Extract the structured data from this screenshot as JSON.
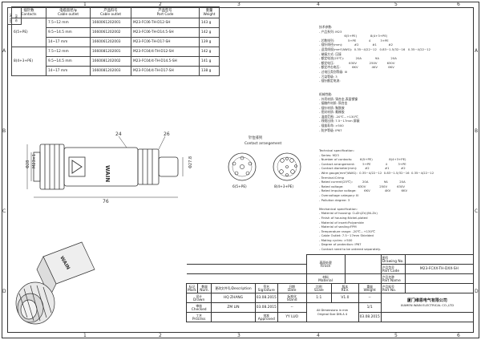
{
  "zones": {
    "cols": [
      "1",
      "2",
      "3",
      "4",
      "5",
      "6"
    ],
    "rows": [
      "A",
      "B",
      "C",
      "D"
    ]
  },
  "parts_table": {
    "headers": [
      {
        "cn": "插针数",
        "en": "Contacts"
      },
      {
        "cn": "电缆直径/φ",
        "en": "Cable outlet"
      },
      {
        "cn": "产品料号",
        "en": "Cable outlet"
      },
      {
        "cn": "产品型号",
        "en": "Part Code"
      },
      {
        "cn": "重量",
        "en": "Weight"
      }
    ],
    "groups": [
      {
        "contacts": "6(5+PE)",
        "rows": [
          {
            "cable": "7.5~12 mm",
            "code": "1660061202001",
            "part": "M23-FC06-TH-D12-SH",
            "weight": "143 g"
          },
          {
            "cable": "9.5~14.5 mm",
            "code": "1660061202002",
            "part": "M23-FC06-TH-D14.5-SH",
            "weight": "142 g"
          },
          {
            "cable": "14~17 mm",
            "code": "1660061202003",
            "part": "M23-FC06-TH-D17-SH",
            "weight": "139 g"
          }
        ]
      },
      {
        "contacts": "8(4+3+PE)",
        "rows": [
          {
            "cable": "7.5~12 mm",
            "code": "1660081202001",
            "part": "M23-FC04/4-TH-D12-SH",
            "weight": "142 g"
          },
          {
            "cable": "9.5~14.5 mm",
            "code": "1660081202002",
            "part": "M23-FC04/4-TH-D14.5-SH",
            "weight": "141 g"
          },
          {
            "cable": "14~17 mm",
            "code": "1660081202003",
            "part": "M23-FC04/4-TH-D17-SH",
            "weight": "138 g"
          }
        ]
      }
    ]
  },
  "spec_cn": "技术参数:\n- 产品系列: M23\n                          6(5+PE)              8(4+3+PE)\n- 芯数排列:              5+PE             4          3+PE\n- 插针线径(mm):            #2              #1            #2\n- 适用线规(mm²/AWG):  0.35~4/22~12   0.83~1.5/32~16   0.35~4/22~12\n- 端接方式: 压接\n- 额定电流(25℃):            20A              9A            20A\n- 额定电压:               630V             250V          630V\n- 额定冲击电压:            6KV              4KV           6KV\n- 过电压类别等级: III\n- 污染等级: 3\n- 插针额定电流:\n\n\n机械性能:\n- 外壳材质: 铜合金,表面镀镍\n- 接触件材质: 铜合金\n- 插针材质: 聚酰胺\n- 密封材质: 氟橡胶\n- 温度范围: -20℃...+130℃\n- 线缆出线: 7.5~17mm 屏蔽\n- 插拔寿命: >500\n- 防护等级: IP67",
  "spec_en": "Technical specification:\n- Series: M23\n- Number of contacts:        6(5+PE)                 8(4+3+PE)\n- Contact arrangement:        5+PE               4           3+PE\n- Contact diameter(mm):        #2                #1            #2\n- Wire gauge(mm²/AWG):  0.35~4/22~12  0.83~1.5/32~16  0.35~4/22~12\n- Terminal:Crimp\n- Rated current(25℃):          20A                9A            20A\n- Rated voltage:               630V              250V          630V\n- Rated impulse voltage:        6KV               4KV           6KV\n- Overvoltage category: III\n- Pollution degree: 3\n\nMechanical specification:\n- Material of housing: CuZn(Zn)(Ni-Zn)\n- Finish of housing:Nickel-plated\n- Material of insert:Polyamide\n- Material of sealing:FPM\n- Temperature range: -20℃...+130℃\n- Cable Outlet: 7.5~17mm Shielded\n- Mating cycles: >500\n- Degree of protection: IP67\n- Contact need to be ordered separately.",
  "drawing": {
    "contact_title_cn": "针位排列",
    "contact_title_en": "Contact arrangement",
    "dim_24": "24",
    "dim_26": "26",
    "dim_28": "Φ28",
    "dim_m23": "M23×1",
    "dim_278": "Φ27.8",
    "dim_76": "76",
    "pin6_label": "6(5+PE)",
    "pin8_label": "8(4+3+PE)",
    "brand": "WAIN"
  },
  "title_block": {
    "finish_cn": "表面处理",
    "finish_en": "Finish",
    "material_cn": "材料",
    "material_en": "Material",
    "drawing_no_cn": "图号",
    "drawing_no_en": "Drawing No.",
    "part_code_cn": "产品型号",
    "part_code_en": "Part Code",
    "part_code_value": "M23-FCXX-TH-DXX-SH",
    "part_name_cn": "产品名称",
    "part_name_en": "Part Name",
    "part_no_cn": "产品料号",
    "part_no_en": "Part No.",
    "mark_cn": "标记",
    "mark_en": "Mark",
    "num_cn": "数量",
    "num_en": "Num.",
    "desc_cn": "更改文件号/",
    "desc_en": "Description",
    "signature_cn": "签名",
    "signature_en": "Signature",
    "date_cn": "日期",
    "date_en": "Date",
    "scale_cn": "比例",
    "scale_en": "Scale",
    "scale_value": "1:1",
    "rev_cn": "版本",
    "rev_en": "REV.",
    "rev_value": "V1.0",
    "weight_cn": "重量",
    "weight_en": "Weight",
    "qty_cn": "数量",
    "qty_en": "Qty.",
    "drawn_cn": "设计",
    "drawn_en": "Drawn",
    "drawn_name": "HQ ZHANG",
    "drawn_date": "03.08.2015",
    "stand_cn": "标准化",
    "stand_en": "Stand",
    "dash": "--",
    "checked_cn": "审核",
    "checked_en": "Checked",
    "checked_name": "ZM LIN",
    "checked_date": "03.08.2015",
    "process_cn": "工艺",
    "process_en": "Process",
    "approved_cn": "批准",
    "approved_en": "Approved",
    "approved_name": "YY LUO",
    "approved_date": "03.08.2015",
    "dim_note": "All Dimensions in mm\nOriginal Size DIN A 4",
    "company_cn": "厦门维恩电气有限公司",
    "company_en": "XIAMEN WAIN ELECTRICAL CO.,LTD",
    "sheet": "1/1"
  },
  "side_labels": {
    "rev_no": "REV.No",
    "order": "Order"
  }
}
